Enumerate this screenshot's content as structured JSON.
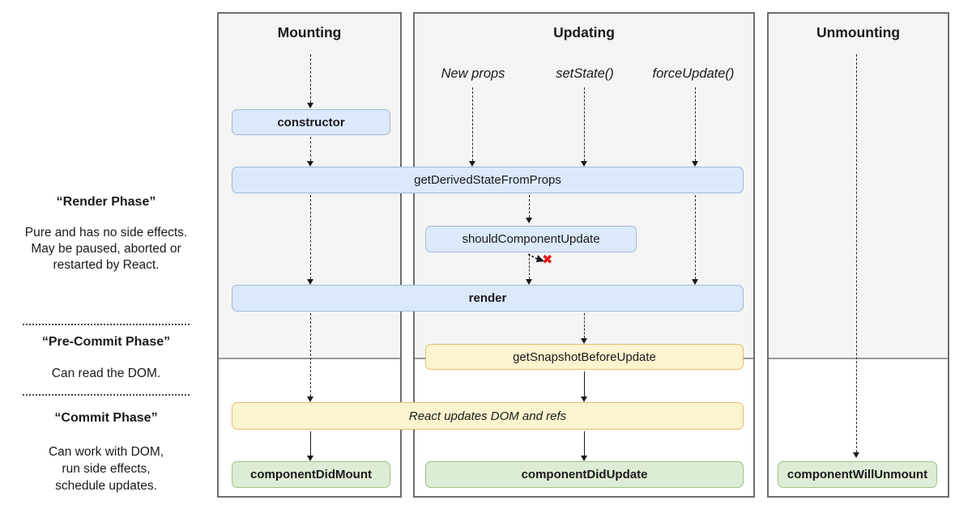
{
  "phases": {
    "render": {
      "title": "“Render Phase”",
      "desc": "Pure and has no side effects.\nMay be paused, aborted or\nrestarted by React."
    },
    "pre_commit": {
      "title": "“Pre-Commit Phase”",
      "desc": "Can read the DOM."
    },
    "commit": {
      "title": "“Commit Phase”",
      "desc": "Can work with DOM,\nrun side effects,\nschedule updates."
    }
  },
  "columns": {
    "mounting": {
      "title": "Mounting"
    },
    "updating": {
      "title": "Updating",
      "triggers": [
        "New props",
        "setState()",
        "forceUpdate()"
      ]
    },
    "unmounting": {
      "title": "Unmounting"
    }
  },
  "boxes": {
    "constructor": "constructor",
    "get_derived_state_from_props": "getDerivedStateFromProps",
    "should_component_update": "shouldComponentUpdate",
    "render": "render",
    "get_snapshot_before_update": "getSnapshotBeforeUpdate",
    "react_updates_dom": "React updates DOM and refs",
    "component_did_mount": "componentDidMount",
    "component_did_update": "componentDidUpdate",
    "component_will_unmount": "componentWillUnmount"
  },
  "symbols": {
    "abort_x": "✖"
  },
  "colors": {
    "blue_fill": "#dbe9fb",
    "blue_border": "#9fb8da",
    "yellow_fill": "#fcf3cf",
    "yellow_border": "#e2bf6c",
    "green_fill": "#ddecd4",
    "green_border": "#9cc384",
    "col_border": "#6e6e6e",
    "col_shade": "#f4f4f4",
    "col_divider": "#999999",
    "red_x": "#e01414"
  }
}
